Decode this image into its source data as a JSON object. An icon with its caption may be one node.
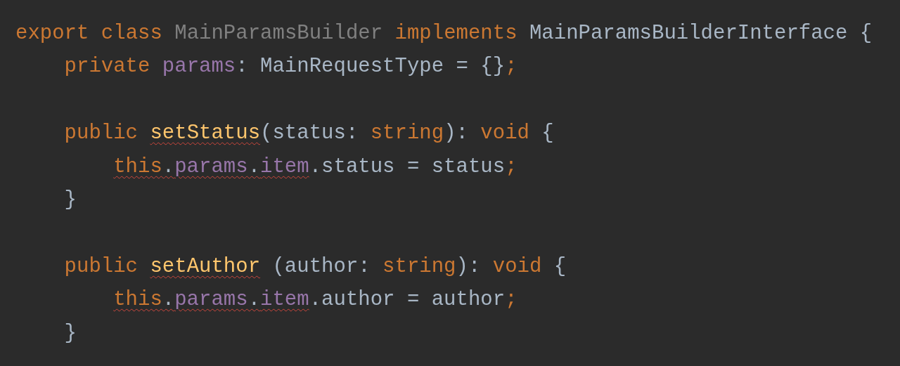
{
  "diagram": {
    "labels": [
      "export class MainParamsBuilder implements MainParamsBuilderInterface {",
      "private params: MainRequestType = {};",
      "public setStatus(status: string): void {",
      "this.params.item.status = status;",
      "}",
      "public setAuthor (author: string): void {",
      "this.params.item.author = author;",
      "}"
    ]
  }
}
